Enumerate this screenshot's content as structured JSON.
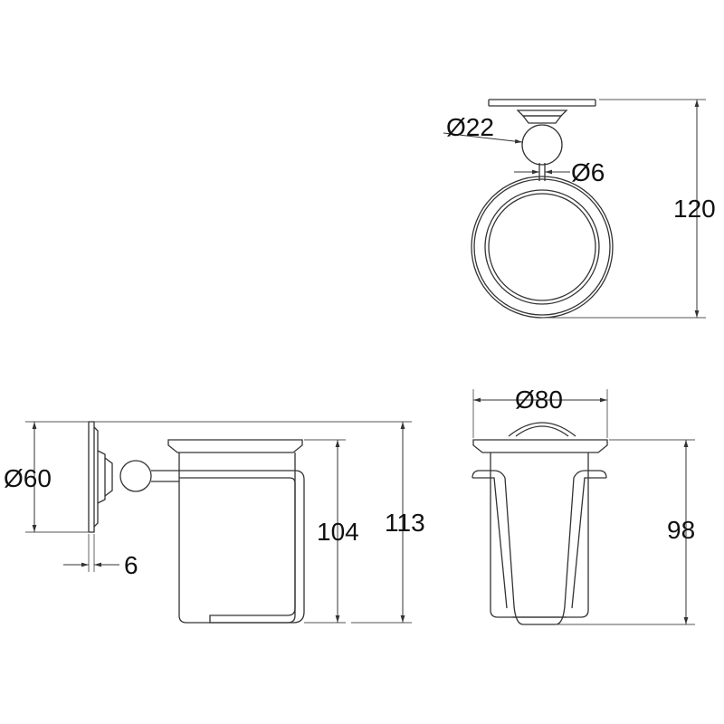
{
  "dimensions": {
    "top_ball_diameter": "Ø22",
    "top_rod_diameter": "Ø6",
    "top_height": "120",
    "side_plate_diameter": "Ø60",
    "side_plate_thickness": "6",
    "side_cup_height": "104",
    "side_total_height": "113",
    "front_cup_diameter": "Ø80",
    "front_height": "98"
  },
  "icons": {
    "dimension_arrow": "arrow-icon"
  }
}
